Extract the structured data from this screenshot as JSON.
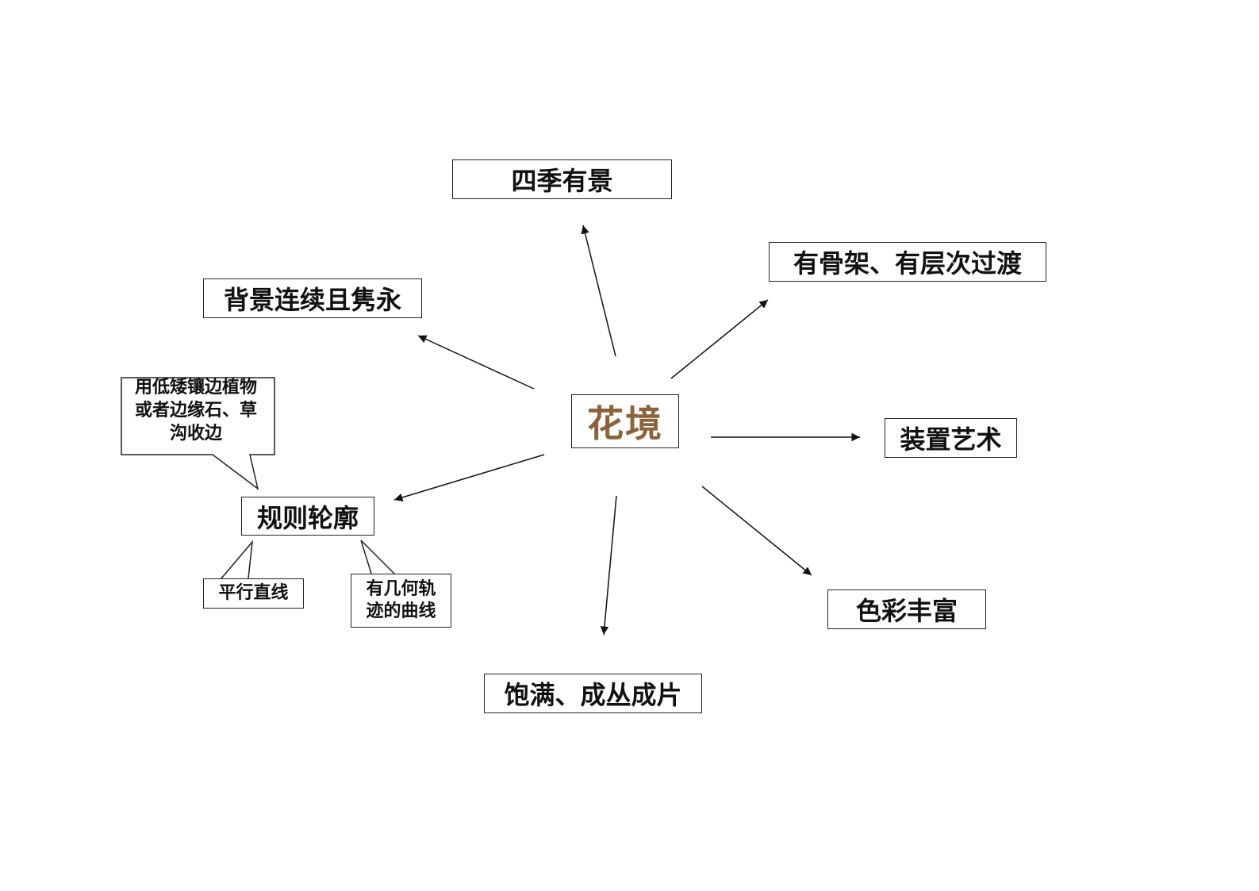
{
  "center": {
    "label": "花境"
  },
  "branches": {
    "four_seasons": "四季有景",
    "skeleton_layers": "有骨架、有层次过渡",
    "background": "背景连续且隽永",
    "installation_art": "装置艺术",
    "regular_outline": "规则轮廓",
    "rich_colors": "色彩丰富",
    "full_clusters": "饱满、成丛成片"
  },
  "outline_details": {
    "callout_lines": [
      "用低矮镶边植物",
      "或者边缘石、草",
      "沟收边"
    ],
    "parallel_lines": "平行直线",
    "curve_lines": [
      "有几何轨",
      "迹的曲线"
    ]
  },
  "colors": {
    "center_text": "#8c6239",
    "border": "#222222",
    "text": "#111111"
  }
}
